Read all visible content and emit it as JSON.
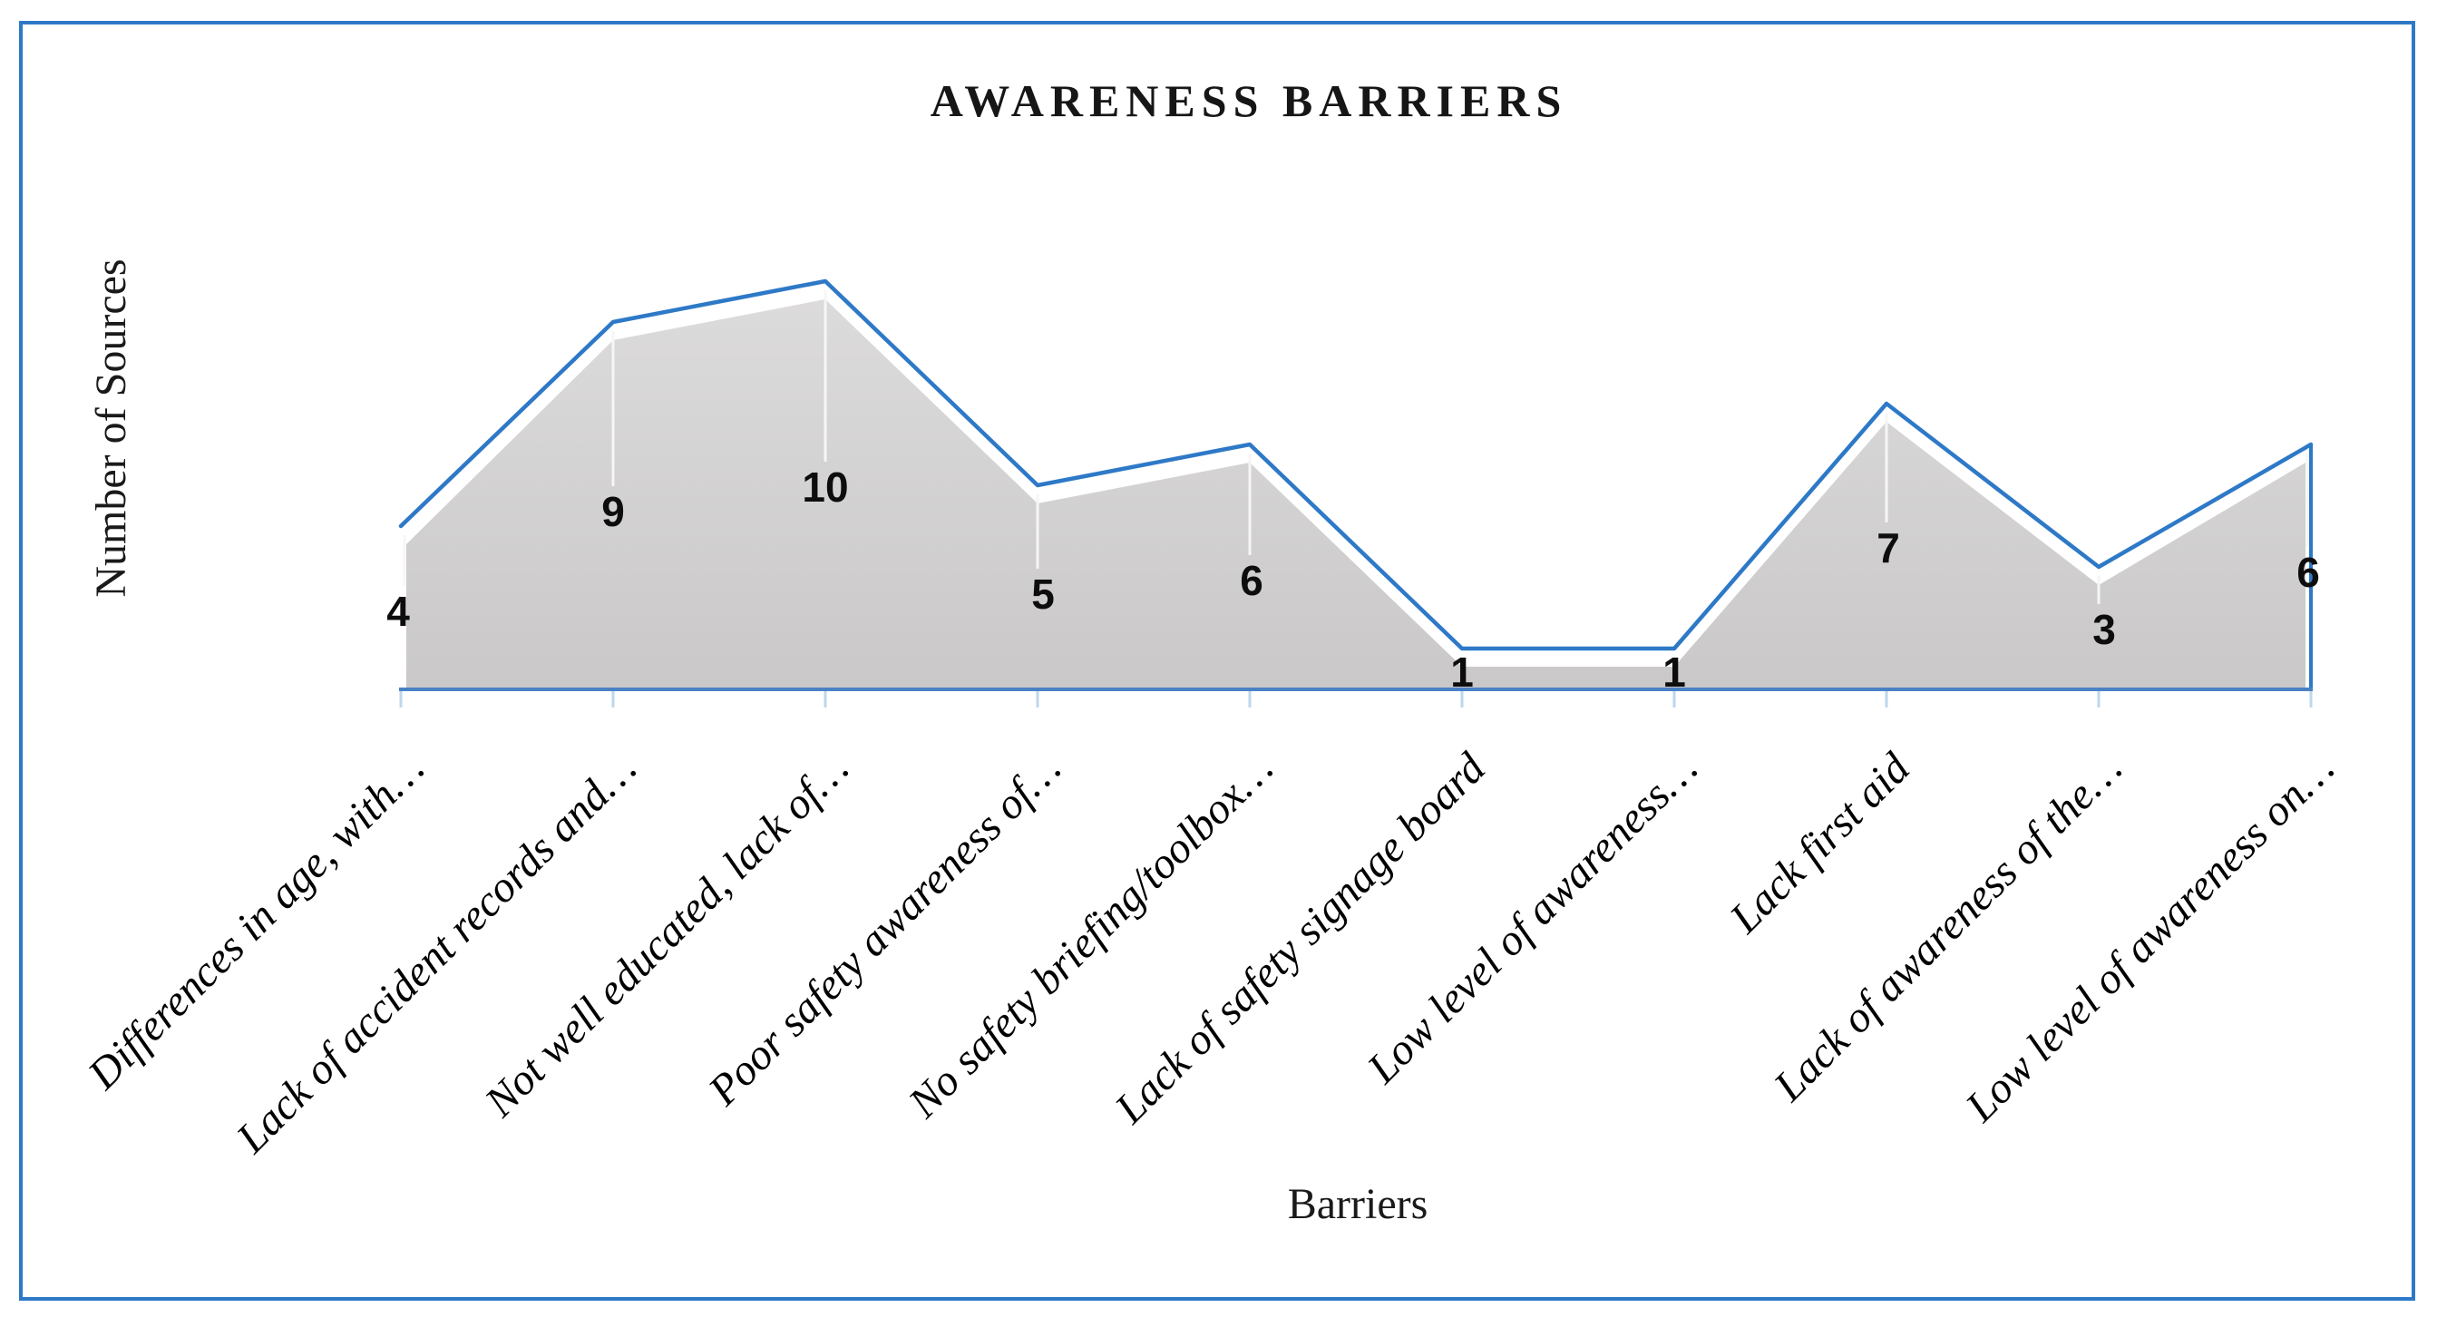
{
  "chart_data": {
    "type": "area",
    "title": "AWARENESS BARRIERS",
    "xlabel": "Barriers",
    "ylabel": "Number of Sources",
    "categories": [
      "Differences in age, with…",
      "Lack of accident records and…",
      "Not well educated, lack of…",
      "Poor safety awareness of…",
      "No safety briefing/toolbox…",
      "Lack of safety signage board",
      "Low level of awareness…",
      "Lack first aid",
      "Lack of awareness of the…",
      "Low level of awareness on…"
    ],
    "values": [
      4,
      9,
      10,
      5,
      6,
      1,
      1,
      7,
      3,
      6
    ],
    "ylim": [
      0,
      10
    ],
    "grid": false,
    "legend": false,
    "data_labels_shown": true,
    "colors": {
      "line": "#2E79C7",
      "area_top": "#DCDBDB",
      "area_bottom": "#CAC8C8",
      "axis_line": "#4A81C4",
      "tick": "#BDD7EE",
      "leader": "#F6F6F6",
      "border": "#2E79C7",
      "text": "#000000"
    }
  }
}
